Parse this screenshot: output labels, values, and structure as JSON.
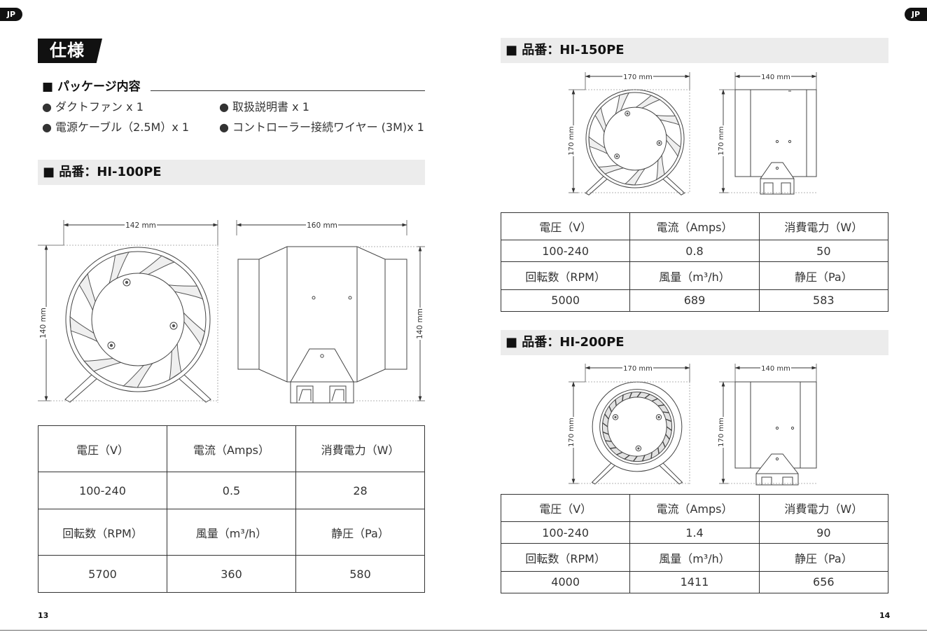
{
  "badges": {
    "left": "JP",
    "right": "JP"
  },
  "section_title": "仕様",
  "package": {
    "heading": "■ パッケージ内容",
    "items": [
      "● ダクトファン x 1",
      "● 取扱説明書 x 1",
      "● 電源ケーブル（2.5M）x 1",
      "● コントローラー接続ワイヤー (3M)x 1"
    ]
  },
  "models": [
    {
      "heading": "■ 品番：HI-100PE",
      "dims": {
        "front_width": "142 mm",
        "front_height": "140 mm",
        "side_width": "160 mm",
        "side_height": "140 mm"
      },
      "table": [
        [
          "電圧（V）",
          "電流（Amps）",
          "消費電力（W）"
        ],
        [
          "100-240",
          "0.5",
          "28"
        ],
        [
          "回転数（RPM）",
          "風量（m³/h）",
          "静圧（Pa）"
        ],
        [
          "5700",
          "360",
          "580"
        ]
      ]
    },
    {
      "heading": "■ 品番：HI-150PE",
      "dims": {
        "front_width": "170 mm",
        "front_height": "170 mm",
        "side_width": "140 mm",
        "side_height": "170 mm"
      },
      "table": [
        [
          "電圧（V）",
          "電流（Amps）",
          "消費電力（W）"
        ],
        [
          "100-240",
          "0.8",
          "50"
        ],
        [
          "回転数（RPM）",
          "風量（m³/h）",
          "静圧（Pa）"
        ],
        [
          "5000",
          "689",
          "583"
        ]
      ]
    },
    {
      "heading": "■ 品番：HI-200PE",
      "dims": {
        "front_width": "170 mm",
        "front_height": "170 mm",
        "side_width": "140 mm",
        "side_height": "170 mm"
      },
      "table": [
        [
          "電圧（V）",
          "電流（Amps）",
          "消費電力（W）"
        ],
        [
          "100-240",
          "1.4",
          "90"
        ],
        [
          "回転数（RPM）",
          "風量（m³/h）",
          "静圧（Pa）"
        ],
        [
          "4000",
          "1411",
          "656"
        ]
      ]
    }
  ],
  "page_numbers": {
    "left": "13",
    "right": "14"
  }
}
